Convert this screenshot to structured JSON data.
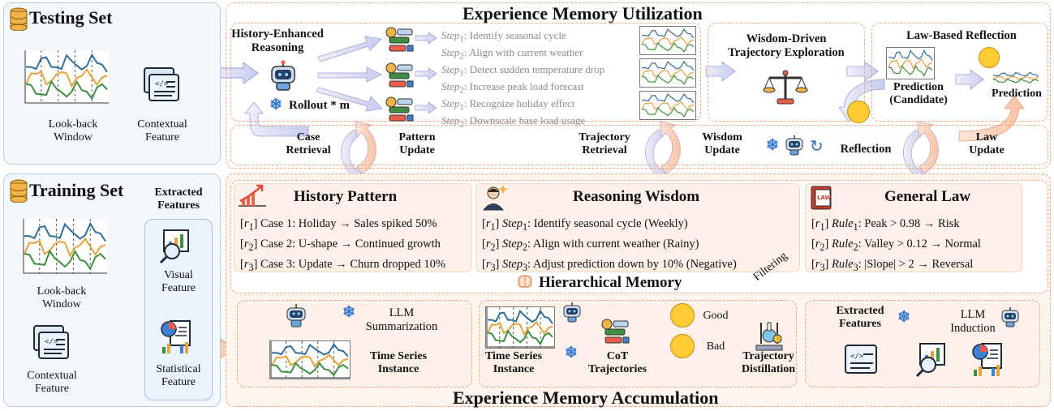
{
  "testing": {
    "title": "Testing Set",
    "lookback": "Look-back\nWindow",
    "context": "Contextual\nFeature"
  },
  "training": {
    "title": "Training Set",
    "extracted": "Extracted\nFeatures",
    "lookback": "Look-back\nWindow",
    "context": "Contextual\nFeature",
    "visual": "Visual\nFeature",
    "statistical": "Statistical\nFeature"
  },
  "utilization": {
    "title": "Experience Memory Utilization",
    "history_reasoning": "History-Enhanced\nReasoning",
    "rollout": "Rollout * m",
    "trajectories": [
      {
        "s1": "Identify seasonal cycle",
        "s2": "Align with current weather"
      },
      {
        "s1": "Detect sudden temperature drop",
        "s2": "Increase peak load forecast"
      },
      {
        "s1": "Recognize holiday effect",
        "s2": "Downscale base load usage"
      }
    ],
    "wisdom_exploration": "Wisdom-Driven\nTrajectory Exploration",
    "law_reflection": "Law-Based Reflection",
    "prediction_candidate": "Prediction\n(Candidate)",
    "prediction": "Prediction"
  },
  "links": {
    "case_retrieval": "Case\nRetrieval",
    "pattern_update": "Pattern\nUpdate",
    "trajectory_retrieval": "Trajectory\nRetrieval",
    "wisdom_update": "Wisdom\nUpdate",
    "reflection": "Reflection",
    "law_update": "Law\nUpdate"
  },
  "memory": {
    "title": "Hierarchical Memory",
    "history_pattern": {
      "title": "History Pattern",
      "items": [
        {
          "tag": "r",
          "sub": "1",
          "text": "Case 1: Holiday → Sales spiked 50%"
        },
        {
          "tag": "r",
          "sub": "2",
          "text": "Case 2: U-shape → Continued growth"
        },
        {
          "tag": "r",
          "sub": "3",
          "text": "Case 3: Update → Churn dropped 10%"
        }
      ]
    },
    "reasoning_wisdom": {
      "title": "Reasoning Wisdom",
      "items": [
        {
          "tag": "r",
          "sub": "1",
          "kw": "Step",
          "ks": "1",
          "text": "Identify seasonal cycle (Weekly)"
        },
        {
          "tag": "r",
          "sub": "2",
          "kw": "Step",
          "ks": "2",
          "text": "Align with current weather (Rainy)"
        },
        {
          "tag": "r",
          "sub": "3",
          "kw": "Step",
          "ks": "3",
          "text": "Adjust prediction down by 10% (Negative)"
        }
      ]
    },
    "general_law": {
      "title": "General Law",
      "items": [
        {
          "tag": "r",
          "sub": "1",
          "kw": "Rule",
          "ks": "1",
          "text": "Peak > 0.98 → Risk"
        },
        {
          "tag": "r",
          "sub": "2",
          "kw": "Rule",
          "ks": "2",
          "text": "Valley > 0.12 → Normal"
        },
        {
          "tag": "r",
          "sub": "3",
          "kw": "Rule",
          "ks": "3",
          "text": "|Slope| > 2 → Reversal"
        }
      ]
    },
    "filtering": "Filtering"
  },
  "accumulation": {
    "title": "Experience Memory Accumulation",
    "llm_summarization": "LLM\nSummarization",
    "ts_instance_1": "Time Series\nInstance",
    "ts_instance_2": "Time Series\nInstance",
    "cot": "CoT\nTrajectories",
    "good": "Good",
    "bad": "Bad",
    "distillation": "Trajectory\nDistillation",
    "extracted": "Extracted\nFeatures",
    "llm_induction": "LLM\nInduction"
  },
  "step_word": "Step",
  "colors": {
    "blue_panel": "#f3f8fd",
    "orange_dash": "#f2a77a",
    "peach": "#fdf1ea",
    "line_blue": "#2f6d9b",
    "line_orange": "#e8a23a",
    "line_green": "#3e8e41"
  }
}
